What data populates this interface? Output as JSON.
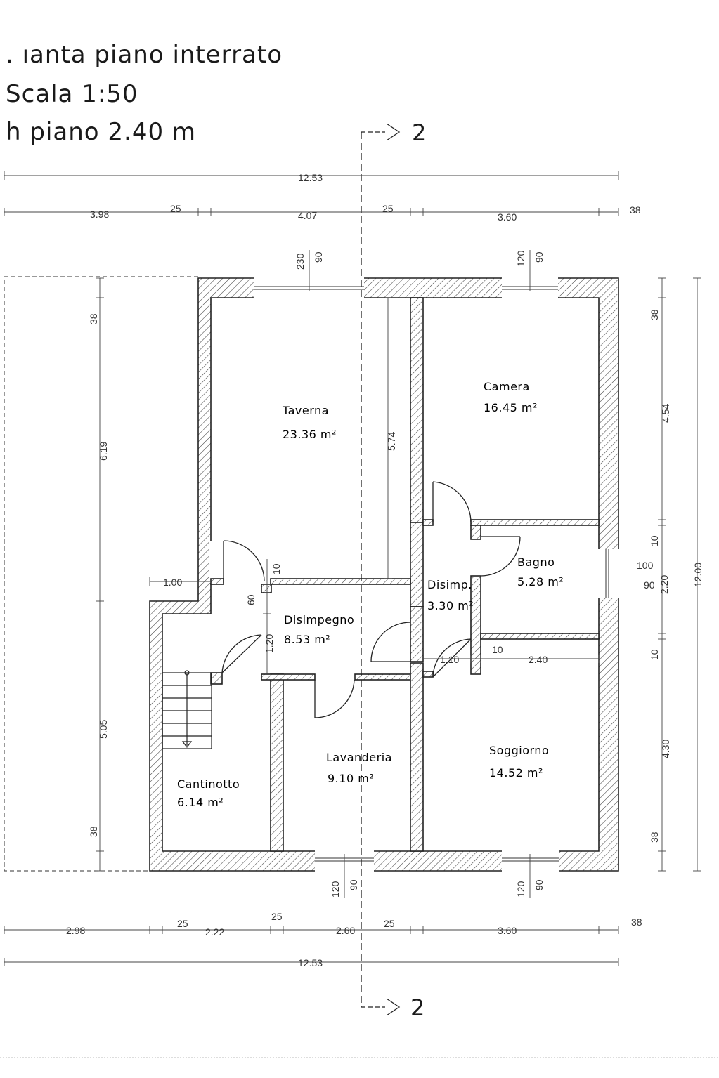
{
  "header": {
    "title": ". ıanta piano interrato",
    "scale": "Scala 1:50",
    "height": "h piano 2.40 m"
  },
  "section_marks": {
    "top": "2",
    "bottom": "2"
  },
  "rooms": {
    "taverna": {
      "name": "Taverna",
      "area": "23.36 m²"
    },
    "camera": {
      "name": "Camera",
      "area": "16.45 m²"
    },
    "bagno": {
      "name": "Bagno",
      "area": "5.28 m²"
    },
    "disimp": {
      "name": "Disimp.",
      "area": "3.30 m²"
    },
    "disimpegno": {
      "name": "Disimpegno",
      "area": "8.53 m²"
    },
    "cantinotto": {
      "name": "Cantinotto",
      "area": "6.14 m²"
    },
    "lavanderia": {
      "name": "Lavanderia",
      "area": "9.10 m²"
    },
    "soggiorno": {
      "name": "Soggiorno",
      "area": "14.52 m²"
    }
  },
  "dimensions": {
    "top_total": "12.53",
    "top_1": "3.98",
    "top_2": "25",
    "top_3": "4.07",
    "top_4": "25",
    "top_5": "3.60",
    "top_6": "38",
    "win_top_left_h": "230",
    "win_top_left_w": "90",
    "win_top_right_h": "120",
    "win_top_right_w": "90",
    "left_1": "38",
    "left_2": "6.19",
    "left_3": "5.05",
    "left_4": "38",
    "right_1": "38",
    "right_2": "4.54",
    "right_3": "10",
    "right_4": "2.20",
    "right_5": "10",
    "right_6": "4.30",
    "right_7": "38",
    "right_total": "12.00",
    "bagno_win_h": "100",
    "bagno_win_w": "90",
    "taverna_inner": "5.74",
    "door_1_00": "1.00",
    "door_10": "10",
    "door_60": "60",
    "door_120": "1.20",
    "dim_1_10": "1.10",
    "dim_10b": "10",
    "dim_2_40": "2.40",
    "win_bot_left_h": "120",
    "win_bot_left_w": "90",
    "win_bot_right_h": "120",
    "win_bot_right_w": "90",
    "bot_1": "2.98",
    "bot_2": "25",
    "bot_3": "2.22",
    "bot_4": "25",
    "bot_5": "2.60",
    "bot_6": "25",
    "bot_7": "3.60",
    "bot_8": "38",
    "bot_total": "12.53"
  }
}
